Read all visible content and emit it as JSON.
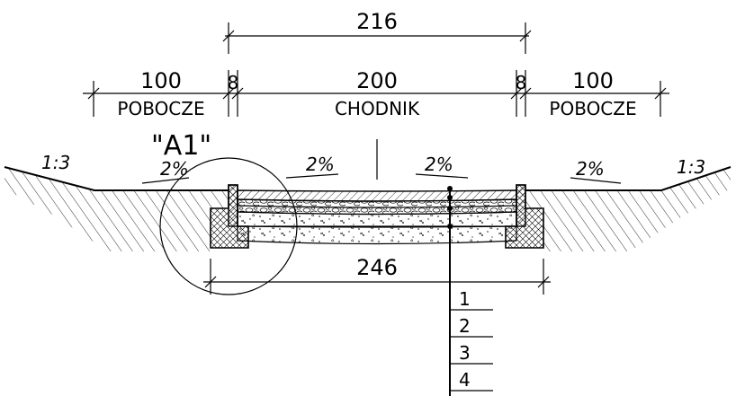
{
  "dimensions": {
    "overall_top": "216",
    "shoulder_left": "100",
    "curb_left": "8",
    "walkway": "200",
    "curb_right": "8",
    "shoulder_right": "100",
    "base_width": "246"
  },
  "labels": {
    "shoulder_left": "POBOCZE",
    "walkway": "CHODNIK",
    "shoulder_right": "POBOCZE",
    "detail_ref": "\"A1\""
  },
  "slopes": {
    "embankment_left": "1:3",
    "embankment_right": "1:3",
    "shoulder_left": "2%",
    "walkway_left": "2%",
    "walkway_right": "2%",
    "shoulder_right": "2%"
  },
  "layers": [
    "1",
    "2",
    "3",
    "4"
  ]
}
